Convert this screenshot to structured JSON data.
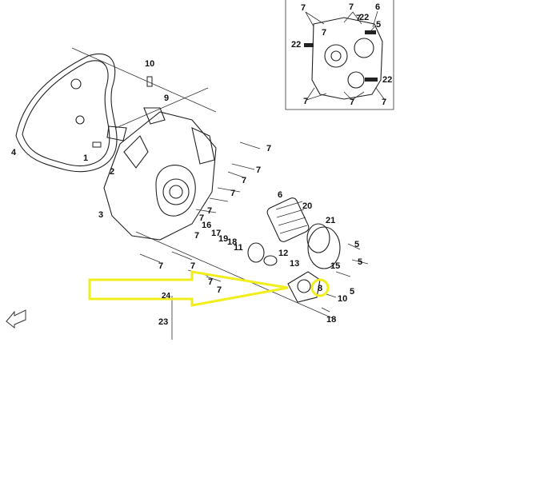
{
  "callouts": {
    "main": [
      "10",
      "9",
      "4",
      "1",
      "2",
      "3",
      "7",
      "7",
      "7",
      "7",
      "7",
      "7",
      "7",
      "6",
      "20",
      "21",
      "5",
      "5",
      "5",
      "15",
      "13",
      "12",
      "11",
      "18",
      "19",
      "17",
      "16",
      "7",
      "7",
      "7",
      "7",
      "8",
      "10",
      "18",
      "24",
      "23"
    ],
    "inset": [
      "7",
      "7",
      "7",
      "6",
      "22",
      "5",
      "22",
      "22",
      "7",
      "7",
      "7",
      "7"
    ]
  },
  "annotation": {
    "arrow_color": "#f2ee1c",
    "highlight_color": "#f2ee1c",
    "highlighted_label": "8"
  },
  "icons": {
    "direction_arrow": "front-direction-arrow-icon"
  }
}
